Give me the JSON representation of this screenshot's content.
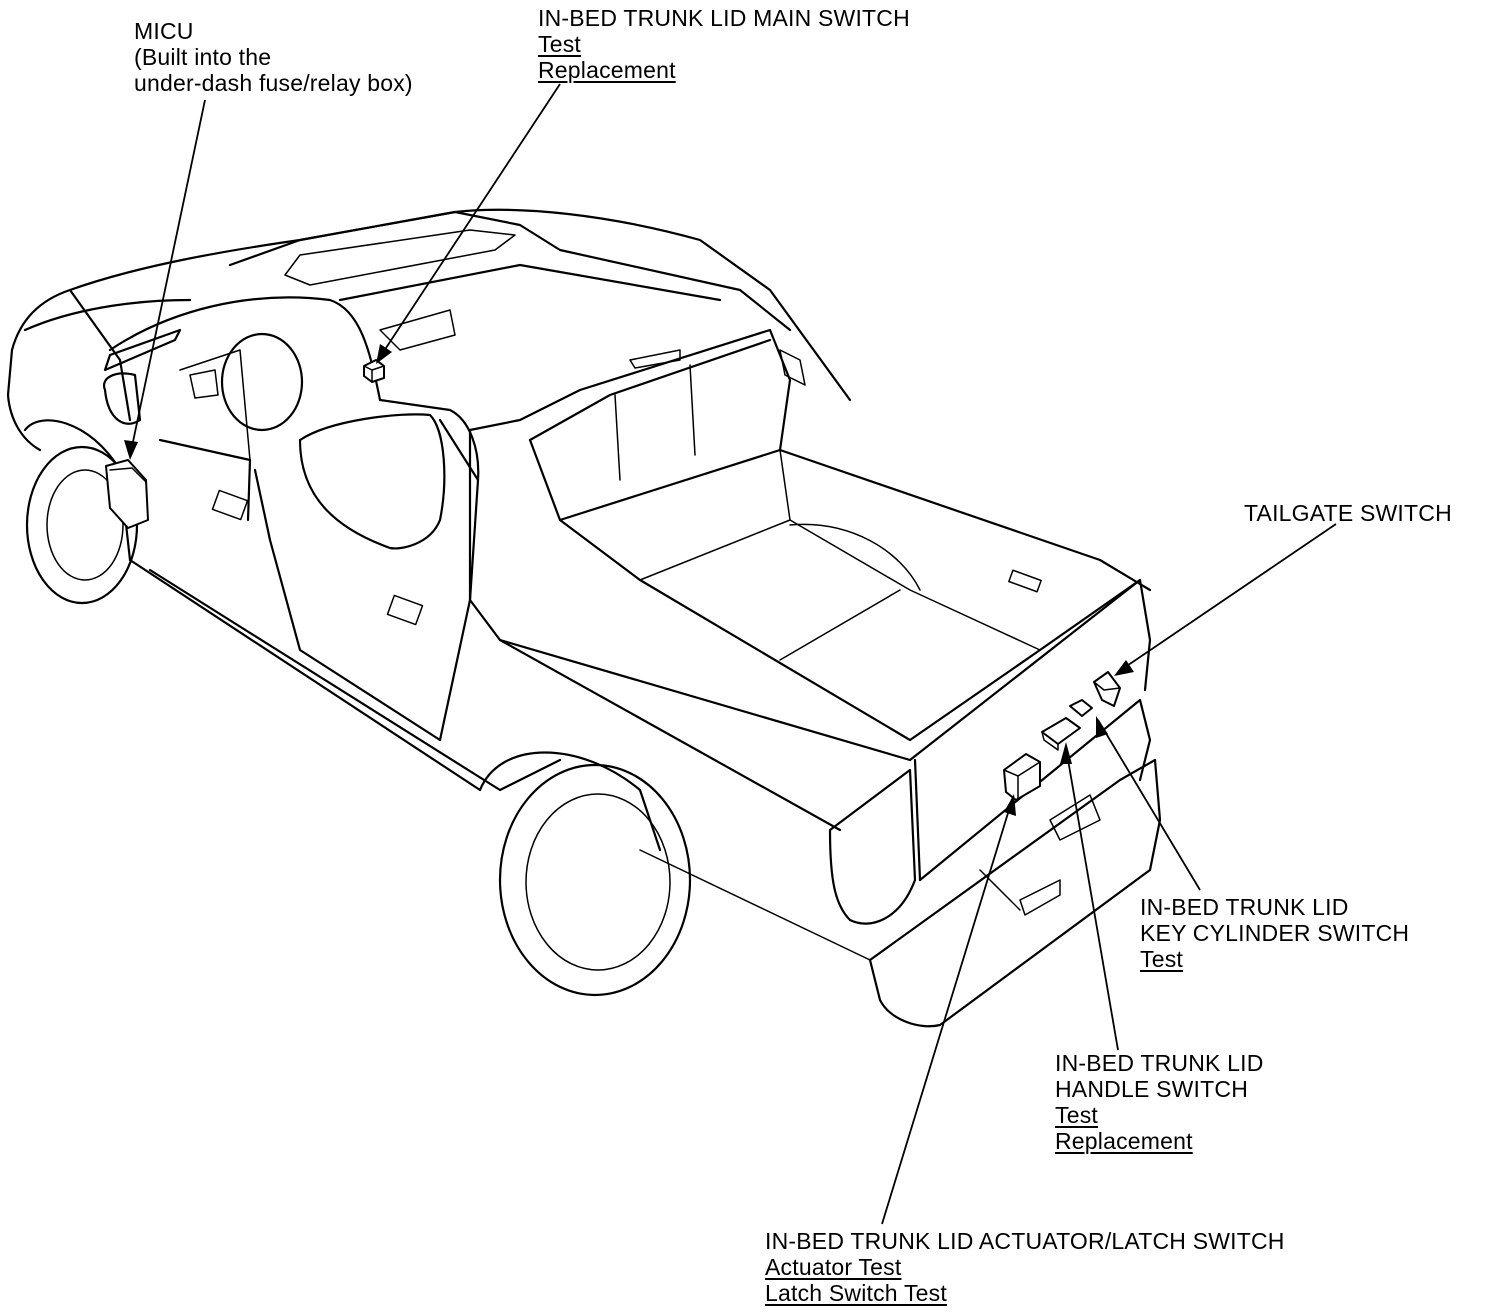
{
  "callouts": {
    "micu": {
      "title": "MICU",
      "note_line1": "(Built into the",
      "note_line2": "under-dash fuse/relay box)"
    },
    "main_switch": {
      "title": "IN-BED TRUNK LID MAIN SWITCH",
      "links": [
        "Test",
        "Replacement"
      ]
    },
    "tailgate_switch": {
      "title": "TAILGATE SWITCH"
    },
    "key_cylinder_switch": {
      "title_line1": "IN-BED TRUNK LID",
      "title_line2": "KEY CYLINDER SWITCH",
      "links": [
        "Test"
      ]
    },
    "handle_switch": {
      "title_line1": "IN-BED TRUNK LID",
      "title_line2": "HANDLE SWITCH",
      "links": [
        "Test",
        "Replacement"
      ]
    },
    "actuator_latch_switch": {
      "title": "IN-BED TRUNK LID ACTUATOR/LATCH SWITCH",
      "links": [
        "Actuator Test",
        "Latch Switch Test"
      ]
    }
  }
}
